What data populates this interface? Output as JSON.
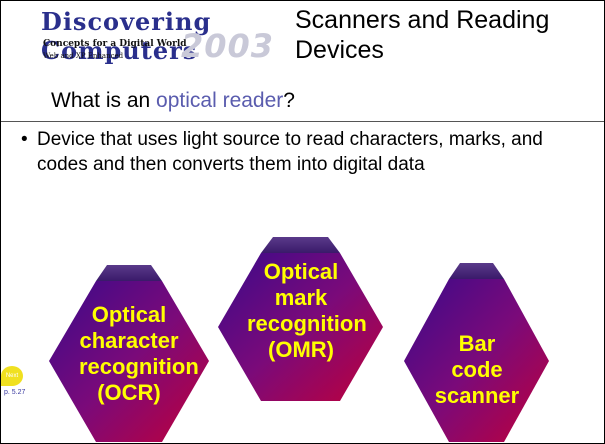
{
  "logo": {
    "title": "Discovering Computers",
    "tagline": "Concepts for a Digital World",
    "edition": "Web and XP Enhanced",
    "year": "2003"
  },
  "slide": {
    "title": "Scanners and Reading Devices",
    "question_prefix": "What is an ",
    "question_term": "optical reader",
    "question_suffix": "?",
    "bullet": "Device that uses light source to read characters, marks, and codes and then converts them into digital data"
  },
  "hexagons": [
    {
      "line1": "Optical",
      "line2": "character",
      "line3": "recognition",
      "line4": "(OCR)"
    },
    {
      "line1": "Optical",
      "line2": "mark",
      "line3": "recognition",
      "line4": "(OMR)"
    },
    {
      "line1": "Bar",
      "line2": "code",
      "line3": "scanner"
    }
  ],
  "nav": {
    "next_label": "Next",
    "page_ref": "p. 5.27"
  },
  "colors": {
    "hex_gradient_start": "#3a0a8a",
    "hex_gradient_mid": "#7a0a7a",
    "hex_gradient_end": "#c0003a",
    "hex_top": "#4a2a78",
    "label": "#ffff00",
    "accent": "#5a5cae"
  }
}
